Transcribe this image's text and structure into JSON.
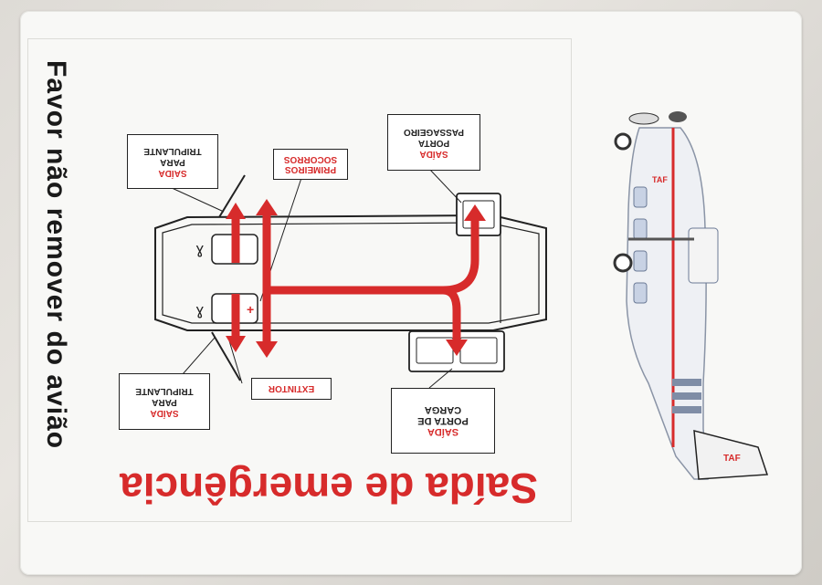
{
  "side_notice": "Favor não remover do avião",
  "title": "Saída de emergência",
  "labels": {
    "crew_top": {
      "line1": "SAÍDA",
      "line2": "PARA",
      "line3": "TRIPULANTE"
    },
    "crew_bottom": {
      "line1": "SAÍDA",
      "line2": "PARA",
      "line3": "TRIPULANTE"
    },
    "passenger_door": {
      "line1": "SAÍDA",
      "line2": "PORTA",
      "line3": "PASSAGEIRO"
    },
    "cargo_door": {
      "line1": "SAÍDA",
      "line2": "PORTA DE",
      "line3": "CARGA"
    },
    "first_aid": {
      "line1": "PRIMEIROS",
      "line2": "SOCORROS"
    },
    "extinguisher": {
      "line1": "EXTINTOR"
    }
  },
  "colors": {
    "accent_red": "#d72b2b",
    "ink": "#222222",
    "paper": "#f8f8f6"
  }
}
